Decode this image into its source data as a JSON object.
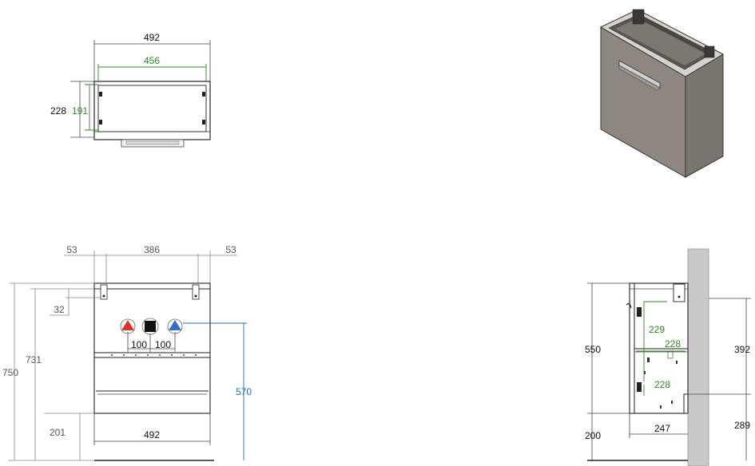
{
  "top_view": {
    "width_outer": "492",
    "width_inner": "456",
    "depth_outer": "228",
    "depth_inner": "191"
  },
  "front_view": {
    "side_offset_left": "53",
    "center_span": "386",
    "side_offset_right": "53",
    "hanger_offset": "32",
    "height_total": "750",
    "height_body": "731",
    "pipe_spacing_left": "100",
    "pipe_spacing_right": "100",
    "pipe_height": "570",
    "bottom_clearance": "201",
    "bottom_width": "492",
    "hot_color": "#d9362b",
    "cold_color": "#2f6fc4",
    "drain_color": "#111111"
  },
  "side_view": {
    "height_cabinet": "550",
    "bracket_spacing": "229",
    "shelf_depth": "228",
    "lower_spacing": "228",
    "wall_height_upper": "392",
    "wall_height_lower": "289",
    "floor_clearance": "200",
    "depth": "247"
  },
  "colors": {
    "dimension_black": "#111111",
    "dimension_gray": "#555555",
    "dimension_green": "#2e8a20",
    "dimension_blue": "#1e6fb8",
    "cabinet_body": "#8d8780",
    "wall": "#c9c9c9"
  }
}
